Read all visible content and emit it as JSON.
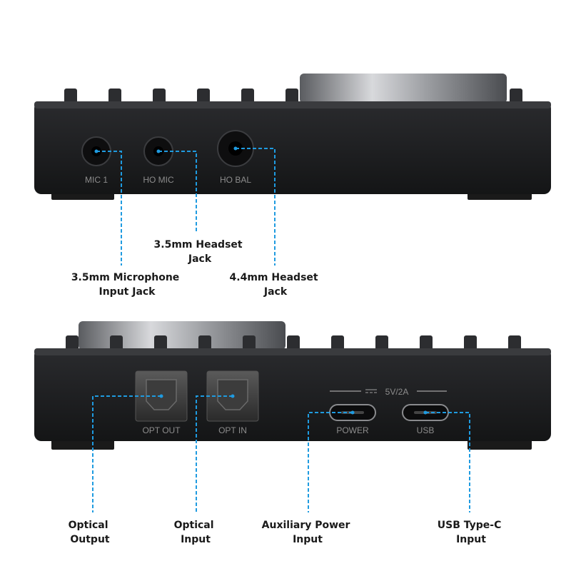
{
  "top_panel": {
    "ports": {
      "mic1": "MIC 1",
      "ho_mic": "HO MIC",
      "ho_bal": "HO BAL"
    },
    "callouts": {
      "mic_input": [
        "3.5mm Microphone",
        "Input Jack"
      ],
      "headset_35": [
        "3.5mm Headset",
        "Jack"
      ],
      "headset_44": [
        "4.4mm Headset",
        "Jack"
      ]
    }
  },
  "bottom_panel": {
    "ports": {
      "opt_out": "OPT OUT",
      "opt_in": "OPT IN",
      "power": "POWER",
      "usb": "USB",
      "power_spec": "5V/2A"
    },
    "callouts": {
      "optical_output": [
        "Optical",
        "Output"
      ],
      "optical_input": [
        "Optical",
        "Input"
      ],
      "aux_power": [
        "Auxiliary Power",
        "Input"
      ],
      "usb_c": [
        "USB Type-C",
        "Input"
      ]
    }
  },
  "colors": {
    "leader": "#1f9be0",
    "body": "#1b1c1e",
    "label": "#8c8c8c"
  }
}
